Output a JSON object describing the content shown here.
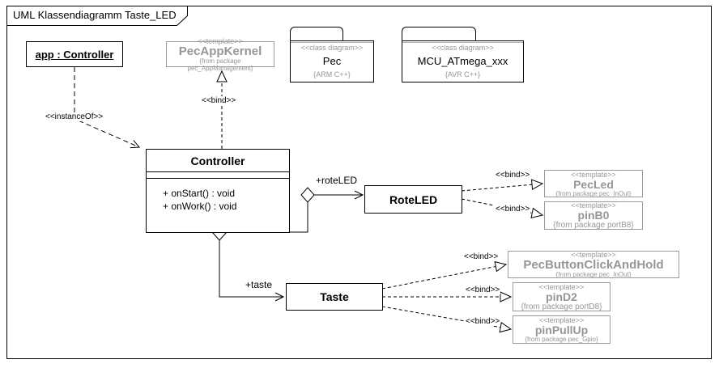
{
  "frame": {
    "title": "UML Klassendiagramm Taste_LED"
  },
  "labels": {
    "instance_of": "<<instanceOf>>",
    "bind": "<<bind>>",
    "role_rote_led": "+roteLED",
    "role_taste": "+taste"
  },
  "instance": {
    "name": "app : Controller"
  },
  "kernel": {
    "stereotype": "<<template>>",
    "name": "PecAppKernel",
    "package": "{from package pec_AppManagement}"
  },
  "package_pec": {
    "stereotype": "<<class diagram>>",
    "name": "Pec",
    "note": "{ARM C++}"
  },
  "package_mcu": {
    "stereotype": "<<class diagram>>",
    "name": "MCU_ATmega_xxx",
    "note": "{AVR C++}"
  },
  "controller": {
    "name": "Controller",
    "operations": [
      "+ onStart() : void",
      "+ onWork() : void"
    ]
  },
  "rote_led": {
    "name": "RoteLED"
  },
  "taste": {
    "name": "Taste"
  },
  "pec_led": {
    "stereotype": "<<template>>",
    "name": "PecLed",
    "package": "{from package pec_InOut}"
  },
  "pin_b0": {
    "stereotype": "<<template>>",
    "name": "pinB0",
    "package": "{from package portB8}"
  },
  "pec_button": {
    "stereotype": "<<template>>",
    "name": "PecButtonClickAndHold",
    "package": "{from package pec_InOut}"
  },
  "pin_d2": {
    "stereotype": "<<template>>",
    "name": "pinD2",
    "package": "{from package portD8}"
  },
  "pin_pullup": {
    "stereotype": "<<template>>",
    "name": "pinPullUp",
    "package": "{from package pec_Gpio}"
  },
  "colors": {
    "line_black": "#000000",
    "template_gray": "#9a9a9a",
    "background": "#ffffff"
  }
}
